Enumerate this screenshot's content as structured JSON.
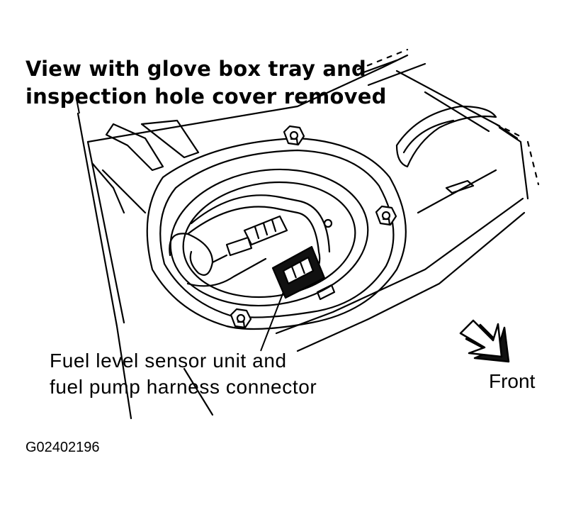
{
  "title": {
    "line1": "View with glove box tray and",
    "line2": "inspection hole cover removed"
  },
  "callout": {
    "line1": "Fuel level sensor unit and",
    "line2": "fuel pump harness connector"
  },
  "direction_label": "Front",
  "figure_id": "G02402196",
  "icons": {
    "direction": "front-arrow-icon"
  },
  "colors": {
    "ink": "#000000",
    "background": "#ffffff"
  }
}
